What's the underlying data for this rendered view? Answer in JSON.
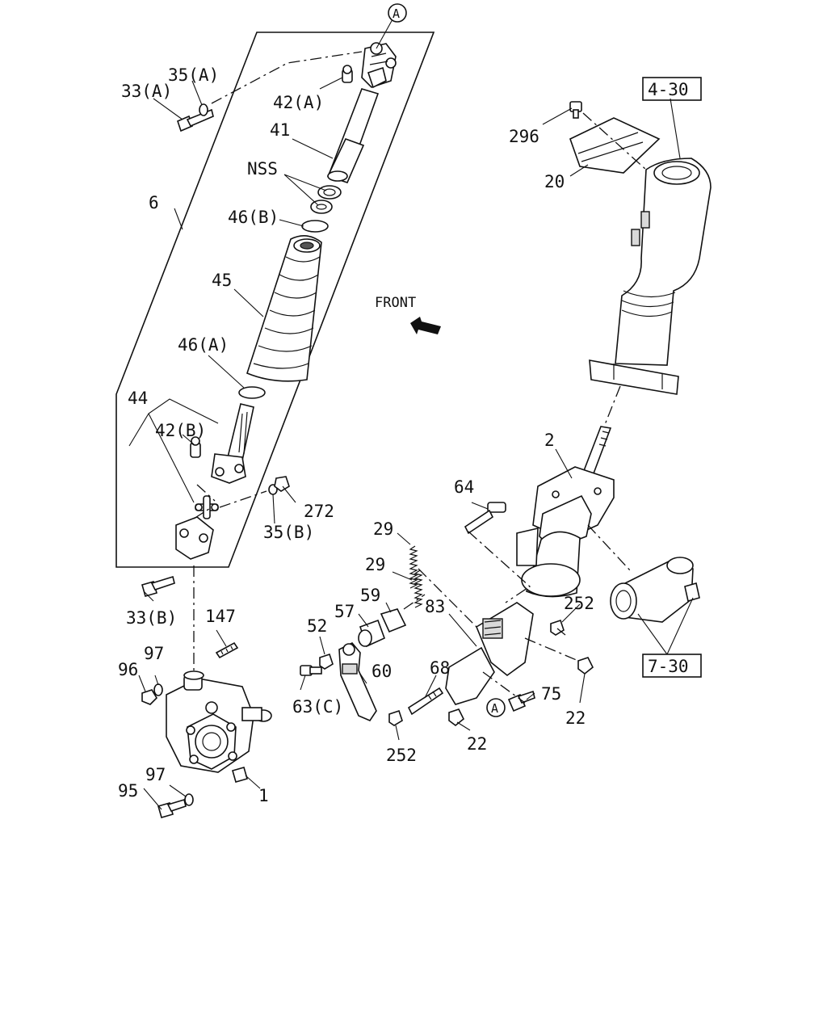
{
  "diagram": {
    "orientation_label": "FRONT",
    "callouts": {
      "c_A_top": "A",
      "c_A_bottom": "A",
      "c_33A": "33(A)",
      "c_35A": "35(A)",
      "c_42A": "42(A)",
      "c_41": "41",
      "c_NSS": "NSS",
      "c_6": "6",
      "c_46B": "46(B)",
      "c_45": "45",
      "c_46A": "46(A)",
      "c_44": "44",
      "c_42B": "42(B)",
      "c_272": "272",
      "c_35B": "35(B)",
      "c_33B": "33(B)",
      "c_147": "147",
      "c_96": "96",
      "c_97a": "97",
      "c_97b": "97",
      "c_95": "95",
      "c_1": "1",
      "c_296": "296",
      "c_20": "20",
      "c_2": "2",
      "c_64": "64",
      "c_29a": "29",
      "c_29b": "29",
      "c_59": "59",
      "c_57": "57",
      "c_52": "52",
      "c_83": "83",
      "c_252a": "252",
      "c_252b": "252",
      "c_68": "68",
      "c_60": "60",
      "c_63C": "63(C)",
      "c_75": "75",
      "c_22a": "22",
      "c_22b": "22"
    },
    "references": {
      "ref_4_30": "4-30",
      "ref_7_30": "7-30"
    }
  }
}
